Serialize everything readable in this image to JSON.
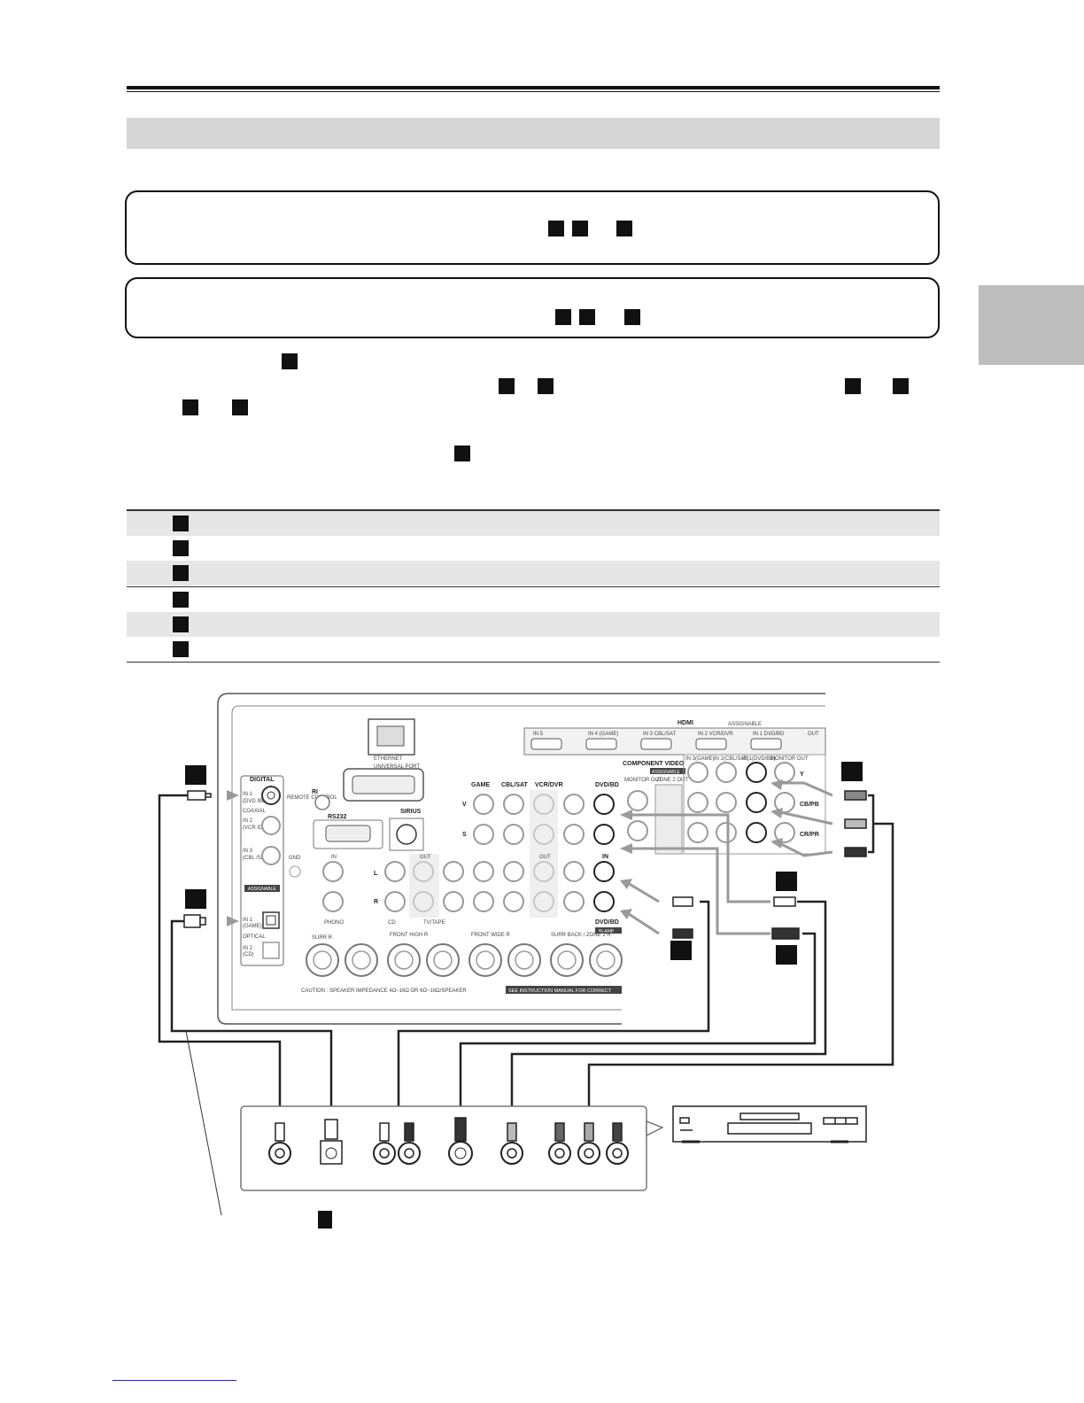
{
  "colors": {
    "ink": "#111111",
    "band": "#d6d6d6",
    "row_shade": "#e6e6e6",
    "cable": "#9a9a9a"
  },
  "table": {
    "rows": 6
  },
  "panel": {
    "ethernet": "ETHERNET",
    "universal_port": "UNIVERSAL PORT",
    "hdmi": "HDMI",
    "assignable": "ASSIGNABLE",
    "hdmi_inputs": [
      "IN 5",
      "IN 4 (GAME)",
      "IN 3 CBL/SAT",
      "IN 2 VCR/DVR",
      "IN 1 DVD/BD"
    ],
    "hdmi_out": "OUT",
    "digital": "DIGITAL",
    "coax_in1": "IN 1",
    "coax_in1_sub": "(DVD /BD)",
    "coaxial": "COAXIAL",
    "coax_in2": "IN 2",
    "coax_in2_sub": "(VCR /DVR)",
    "coax_in3": "IN 3",
    "coax_in3_sub": "(CBL /SAT)",
    "assignable_badge": "ASSIGNABLE",
    "opt_in1": "IN 1",
    "opt_in1_sub": "(GAME)",
    "optical": "OPTICAL",
    "opt_in2": "IN 2",
    "opt_in2_sub": "(CD)",
    "ri": "RI",
    "remote_control": "REMOTE CONTROL",
    "rs232": "RS232",
    "sirius": "SIRIUS",
    "gnd": "GND",
    "component_video": "COMPONENT VIDEO",
    "component_assignable": "ASSIGNABLE",
    "monitor_out": "MONITOR OUT",
    "zone2_out": "ZONE 2 OUT",
    "comp_inputs": [
      "IN 3(GAME)",
      "IN 2(CBL/SAT)",
      "IN 1(DVD/BD)",
      "MONITOR OUT"
    ],
    "comp_labels": [
      "Y",
      "CB/PB",
      "CR/PR"
    ],
    "av_groups": [
      "GAME",
      "CBL/SAT",
      "VCR/DVR",
      "DVD/BD"
    ],
    "row_v": "V",
    "row_s": "S",
    "row_l": "L",
    "row_r": "R",
    "in": "IN",
    "out": "OUT",
    "phono": "PHONO",
    "cd": "CD",
    "tv_tape": "TV/TAPE",
    "dvd_bd_bottom": "DVD/BD",
    "bi_amp": "BI-AMP",
    "surr_r": "SURR R",
    "front_high_r": "FRONT HIGH R",
    "front_wide_r": "FRONT WIDE R",
    "surr_back_r": "SURR BACK / ZONE 2 R",
    "caution": "CAUTION : SPEAKER IMPEDANCE  4Ω~16Ω OR 6Ω~16Ω/SPEAKER",
    "caution_badge": "SEE INSTRUCTION MANUAL FOR CORRECT"
  }
}
